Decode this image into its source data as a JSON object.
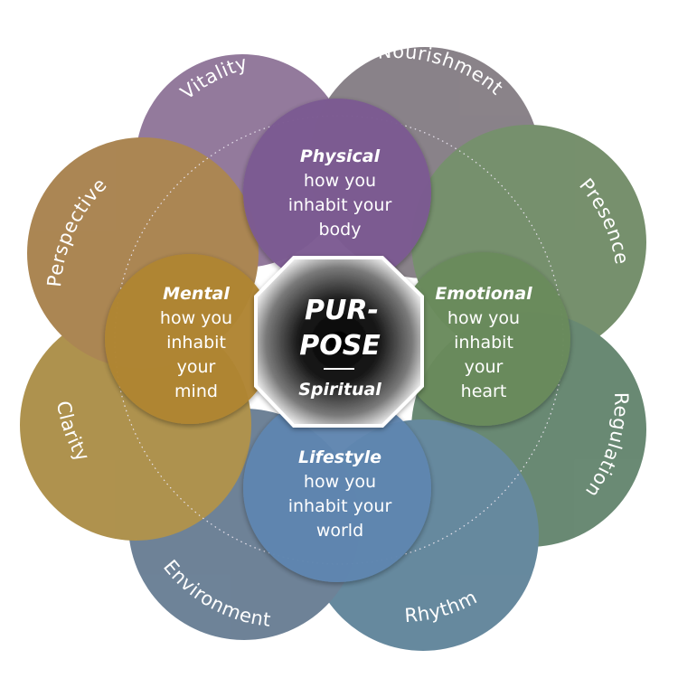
{
  "center": {
    "line1": "PUR-",
    "line2": "POSE",
    "sub": "Spiritual"
  },
  "inner": {
    "physical": {
      "title": "Physical",
      "lines": [
        "how you",
        "inhabit your",
        "body"
      ],
      "color": "#7b5a92"
    },
    "emotional": {
      "title": "Emotional",
      "lines": [
        "how you",
        "inhabit",
        "your",
        "heart"
      ],
      "color": "#6a8b5c"
    },
    "lifestyle": {
      "title": "Lifestyle",
      "lines": [
        "how you",
        "inhabit your",
        "world"
      ],
      "color": "#5f86b0"
    },
    "mental": {
      "title": "Mental",
      "lines": [
        "how you",
        "inhabit",
        "your",
        "mind"
      ],
      "color": "#b08530"
    }
  },
  "outer": {
    "vitality": {
      "label": "Vitality",
      "color": "#8a6f94"
    },
    "nourishment": {
      "label": "Nourishment",
      "color": "#80787f"
    },
    "presence": {
      "label": "Presence",
      "color": "#6b8761"
    },
    "regulation": {
      "label": "Regulation",
      "color": "#5d8068"
    },
    "rhythm": {
      "label": "Rhythm",
      "color": "#5a7f96"
    },
    "environment": {
      "label": "Environment",
      "color": "#62788f"
    },
    "clarity": {
      "label": "Clarity",
      "color": "#a8893f"
    },
    "perspective": {
      "label": "Perspective",
      "color": "#a47c45"
    }
  }
}
